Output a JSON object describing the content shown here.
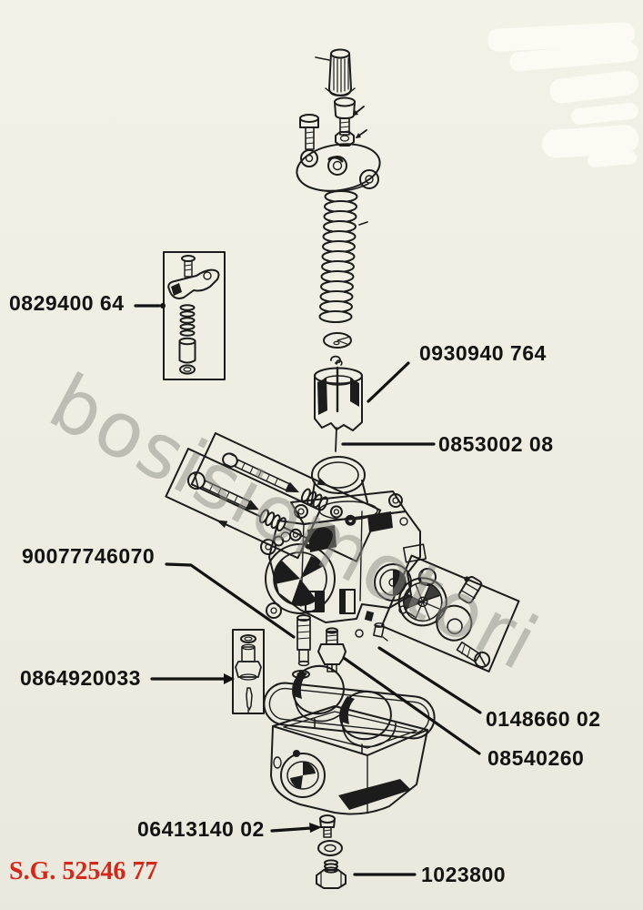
{
  "document": {
    "code": "S.G. 52546 77",
    "watermark": "bosisiomotori"
  },
  "part_labels": {
    "choke_kit": "0829400 64",
    "throttle_slide": "0930940 764",
    "jet_needle": "0853002 08",
    "needle_jet": "90077746070",
    "float_valve_kit": "0864920033",
    "pilot_jet": "0148660 02",
    "main_jet": "08540260",
    "drain_screw": "06413140 02",
    "nut": "1023800"
  },
  "colors": {
    "paper": "#f2f0e4",
    "ink": "#1c1c1c",
    "red_code": "#d3291b",
    "watermark_gray": "#8f8e87",
    "whiteout": "#fcfaf2"
  }
}
